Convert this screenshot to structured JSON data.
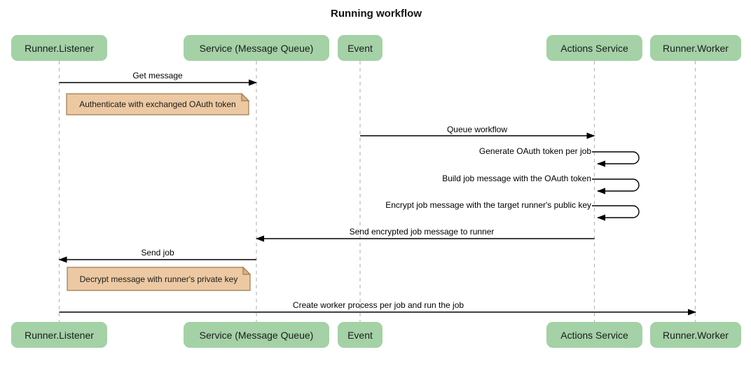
{
  "title": "Running workflow",
  "diagram_type": "sequence",
  "colors": {
    "participant_fill": "#a4d1a6",
    "participant_text": "#1b1b1b",
    "note_fill": "#ecc9a2",
    "note_fold_fill": "#dfb183",
    "note_border": "#9c7b4c",
    "lifeline": "#b9b9b9",
    "arrow": "#000000",
    "background": "#ffffff"
  },
  "participants": [
    {
      "name": "Runner.Listener"
    },
    {
      "name": "Service (Message Queue)"
    },
    {
      "name": "Event"
    },
    {
      "name": "Actions Service"
    },
    {
      "name": "Runner.Worker"
    }
  ],
  "messages": [
    {
      "from": "Runner.Listener",
      "to": "Service (Message Queue)",
      "label": "Get message"
    },
    {
      "from": "Event",
      "to": "Actions Service",
      "label": "Queue workflow"
    },
    {
      "from": "Actions Service",
      "to": "Actions Service",
      "label": "Generate OAuth token per job",
      "self": true
    },
    {
      "from": "Actions Service",
      "to": "Actions Service",
      "label": "Build job message with the OAuth token",
      "self": true
    },
    {
      "from": "Actions Service",
      "to": "Actions Service",
      "label": "Encrypt job message with the target runner's public key",
      "self": true
    },
    {
      "from": "Actions Service",
      "to": "Service (Message Queue)",
      "label": "Send encrypted job message to runner"
    },
    {
      "from": "Service (Message Queue)",
      "to": "Runner.Listener",
      "label": "Send job"
    },
    {
      "from": "Runner.Listener",
      "to": "Runner.Worker",
      "label": "Create worker process per job and run the job"
    }
  ],
  "notes": [
    {
      "over": "Runner.Listener",
      "label": "Authenticate with exchanged OAuth token"
    },
    {
      "over": "Runner.Listener",
      "label": "Decrypt message with runner's private key"
    }
  ]
}
